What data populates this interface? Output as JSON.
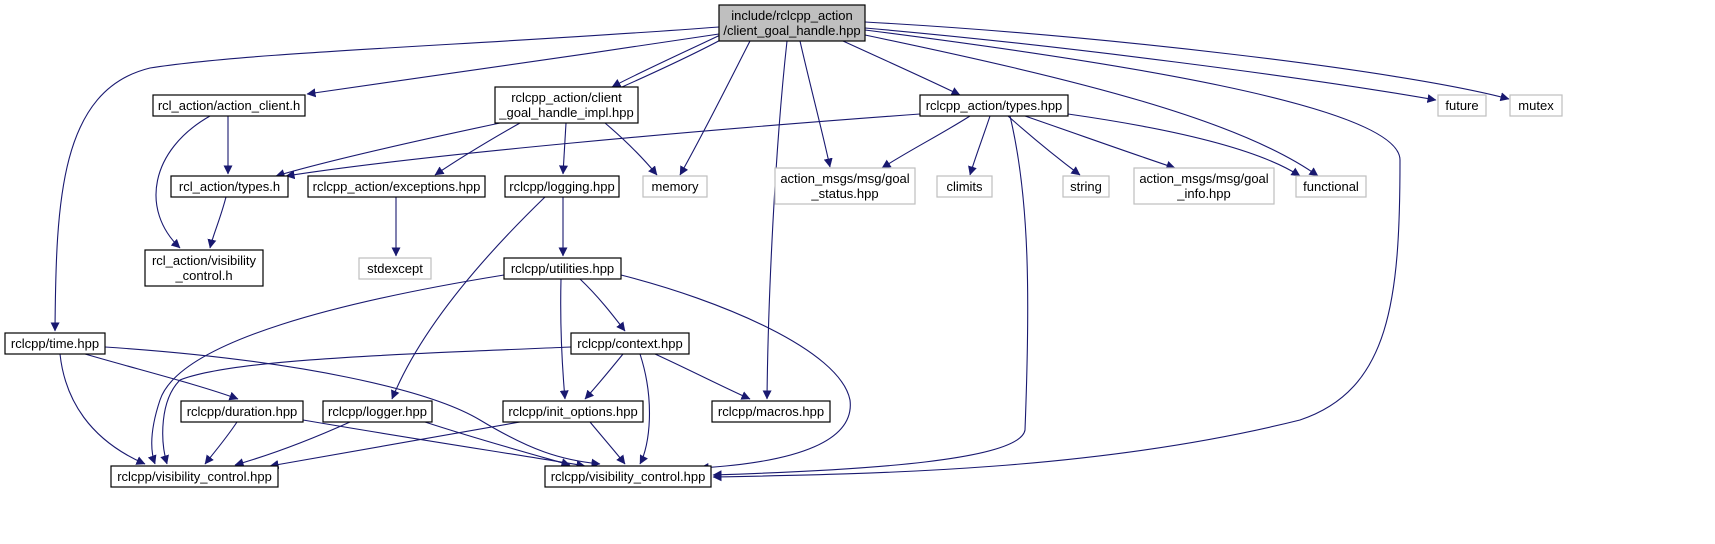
{
  "colors": {
    "edge": "#191970",
    "node_border": "#000000",
    "external_border": "#bfbfbf",
    "root_fill": "#bfbfbf",
    "node_fill": "#ffffff",
    "text": "#000000"
  },
  "nodes": [
    {
      "id": "root",
      "lines": [
        "include/rclcpp_action",
        "/client_goal_handle.hpp"
      ],
      "kind": "root"
    },
    {
      "id": "action_client",
      "lines": [
        "rcl_action/action_client.h"
      ],
      "kind": "file"
    },
    {
      "id": "impl",
      "lines": [
        "rclcpp_action/client",
        "_goal_handle_impl.hpp"
      ],
      "kind": "file"
    },
    {
      "id": "types_hpp",
      "lines": [
        "rclcpp_action/types.hpp"
      ],
      "kind": "file"
    },
    {
      "id": "future",
      "lines": [
        "future"
      ],
      "kind": "external"
    },
    {
      "id": "mutex",
      "lines": [
        "mutex"
      ],
      "kind": "external"
    },
    {
      "id": "time",
      "lines": [
        "rclcpp/time.hpp"
      ],
      "kind": "file"
    },
    {
      "id": "rcl_types",
      "lines": [
        "rcl_action/types.h"
      ],
      "kind": "file"
    },
    {
      "id": "exceptions",
      "lines": [
        "rclcpp_action/exceptions.hpp"
      ],
      "kind": "file"
    },
    {
      "id": "logging",
      "lines": [
        "rclcpp/logging.hpp"
      ],
      "kind": "file"
    },
    {
      "id": "memory",
      "lines": [
        "memory"
      ],
      "kind": "external"
    },
    {
      "id": "goal_status",
      "lines": [
        "action_msgs/msg/goal",
        "_status.hpp"
      ],
      "kind": "external"
    },
    {
      "id": "climits",
      "lines": [
        "climits"
      ],
      "kind": "external"
    },
    {
      "id": "string",
      "lines": [
        "string"
      ],
      "kind": "external"
    },
    {
      "id": "goal_info",
      "lines": [
        "action_msgs/msg/goal",
        "_info.hpp"
      ],
      "kind": "external"
    },
    {
      "id": "functional",
      "lines": [
        "functional"
      ],
      "kind": "external"
    },
    {
      "id": "rcl_visibility",
      "lines": [
        "rcl_action/visibility",
        "_control.h"
      ],
      "kind": "file"
    },
    {
      "id": "stdexcept",
      "lines": [
        "stdexcept"
      ],
      "kind": "external"
    },
    {
      "id": "utilities",
      "lines": [
        "rclcpp/utilities.hpp"
      ],
      "kind": "file"
    },
    {
      "id": "context",
      "lines": [
        "rclcpp/context.hpp"
      ],
      "kind": "file"
    },
    {
      "id": "duration",
      "lines": [
        "rclcpp/duration.hpp"
      ],
      "kind": "file"
    },
    {
      "id": "logger",
      "lines": [
        "rclcpp/logger.hpp"
      ],
      "kind": "file"
    },
    {
      "id": "init_options",
      "lines": [
        "rclcpp/init_options.hpp"
      ],
      "kind": "file"
    },
    {
      "id": "macros",
      "lines": [
        "rclcpp/macros.hpp"
      ],
      "kind": "file"
    },
    {
      "id": "vis_left",
      "lines": [
        "rclcpp/visibility_control.hpp"
      ],
      "kind": "file"
    },
    {
      "id": "vis_right",
      "lines": [
        "rclcpp/visibility_control.hpp"
      ],
      "kind": "file"
    }
  ],
  "edges": [
    {
      "from": "root",
      "to": "action_client"
    },
    {
      "from": "root",
      "to": "impl"
    },
    {
      "from": "impl",
      "to": "root"
    },
    {
      "from": "root",
      "to": "types_hpp"
    },
    {
      "from": "root",
      "to": "future"
    },
    {
      "from": "root",
      "to": "mutex"
    },
    {
      "from": "root",
      "to": "time"
    },
    {
      "from": "root",
      "to": "memory"
    },
    {
      "from": "root",
      "to": "goal_status"
    },
    {
      "from": "root",
      "to": "macros"
    },
    {
      "from": "root",
      "to": "functional"
    },
    {
      "from": "root",
      "to": "vis_right"
    },
    {
      "from": "action_client",
      "to": "rcl_types"
    },
    {
      "from": "action_client",
      "to": "rcl_visibility"
    },
    {
      "from": "rcl_types",
      "to": "rcl_visibility"
    },
    {
      "from": "impl",
      "to": "rcl_types"
    },
    {
      "from": "impl",
      "to": "exceptions"
    },
    {
      "from": "impl",
      "to": "logging"
    },
    {
      "from": "impl",
      "to": "memory"
    },
    {
      "from": "types_hpp",
      "to": "rcl_types"
    },
    {
      "from": "types_hpp",
      "to": "goal_status"
    },
    {
      "from": "types_hpp",
      "to": "climits"
    },
    {
      "from": "types_hpp",
      "to": "string"
    },
    {
      "from": "types_hpp",
      "to": "goal_info"
    },
    {
      "from": "types_hpp",
      "to": "functional"
    },
    {
      "from": "types_hpp",
      "to": "vis_right"
    },
    {
      "from": "exceptions",
      "to": "stdexcept"
    },
    {
      "from": "logging",
      "to": "utilities"
    },
    {
      "from": "logging",
      "to": "logger"
    },
    {
      "from": "utilities",
      "to": "context"
    },
    {
      "from": "utilities",
      "to": "init_options"
    },
    {
      "from": "utilities",
      "to": "vis_left"
    },
    {
      "from": "utilities",
      "to": "vis_right"
    },
    {
      "from": "context",
      "to": "init_options"
    },
    {
      "from": "context",
      "to": "macros"
    },
    {
      "from": "context",
      "to": "vis_left"
    },
    {
      "from": "context",
      "to": "vis_right"
    },
    {
      "from": "time",
      "to": "duration"
    },
    {
      "from": "time",
      "to": "vis_left"
    },
    {
      "from": "time",
      "to": "vis_right"
    },
    {
      "from": "duration",
      "to": "vis_left"
    },
    {
      "from": "duration",
      "to": "vis_right"
    },
    {
      "from": "logger",
      "to": "vis_left"
    },
    {
      "from": "logger",
      "to": "vis_right"
    },
    {
      "from": "init_options",
      "to": "vis_left"
    },
    {
      "from": "init_options",
      "to": "vis_right"
    }
  ]
}
